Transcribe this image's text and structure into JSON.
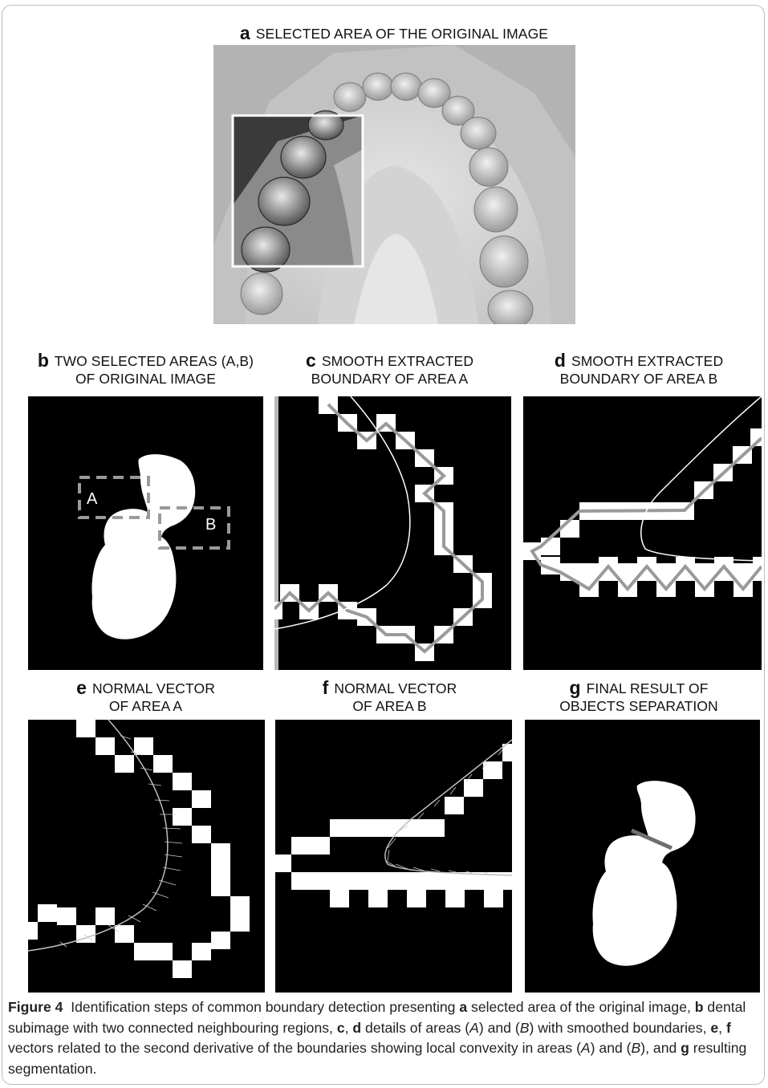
{
  "panels": {
    "a": {
      "letter": "a",
      "title": "SELECTED AREA OF THE ORIGINAL IMAGE"
    },
    "b": {
      "letter": "b",
      "title_line1": "TWO SELECTED AREAS (A,B)",
      "title_line2": "OF ORIGINAL IMAGE",
      "label_a": "A",
      "label_b": "B"
    },
    "c": {
      "letter": "c",
      "title_line1": "SMOOTH EXTRACTED",
      "title_line2": "BOUNDARY OF AREA A"
    },
    "d": {
      "letter": "d",
      "title_line1": "SMOOTH EXTRACTED",
      "title_line2": "BOUNDARY OF AREA B"
    },
    "e": {
      "letter": "e",
      "title_line1": "NORMAL VECTOR",
      "title_line2": "OF AREA A"
    },
    "f": {
      "letter": "f",
      "title_line1": "NORMAL VECTOR",
      "title_line2": "OF AREA B"
    },
    "g": {
      "letter": "g",
      "title_line1": "FINAL RESULT OF",
      "title_line2": "OBJECTS SEPARATION"
    }
  },
  "caption": {
    "label": "Figure 4",
    "t1": "Identification steps of common boundary detection presenting ",
    "la": "a",
    "t2": " selected area of the original image, ",
    "lb": "b",
    "t3": " dental subimage with two connected neighbouring regions, ",
    "lc": "c",
    "t4": ", ",
    "ld": "d",
    "t5": " details of areas (",
    "A1": "A",
    "t6": ") and (",
    "B1": "B",
    "t7": ") with smoothed boundaries, ",
    "le": "e",
    "t8": ", ",
    "lf": "f",
    "t9": " vectors related to the second derivative of the boundaries showing local convexity in areas (",
    "A2": "A",
    "t10": ") and (",
    "B2": "B",
    "t11": "), and ",
    "lg": "g",
    "t12": " resulting segmentation."
  },
  "colors": {
    "panel_bg": "#000000",
    "mask": "#ffffff",
    "boundary": "#9a9a9a",
    "frame": "#bdbdbd"
  }
}
